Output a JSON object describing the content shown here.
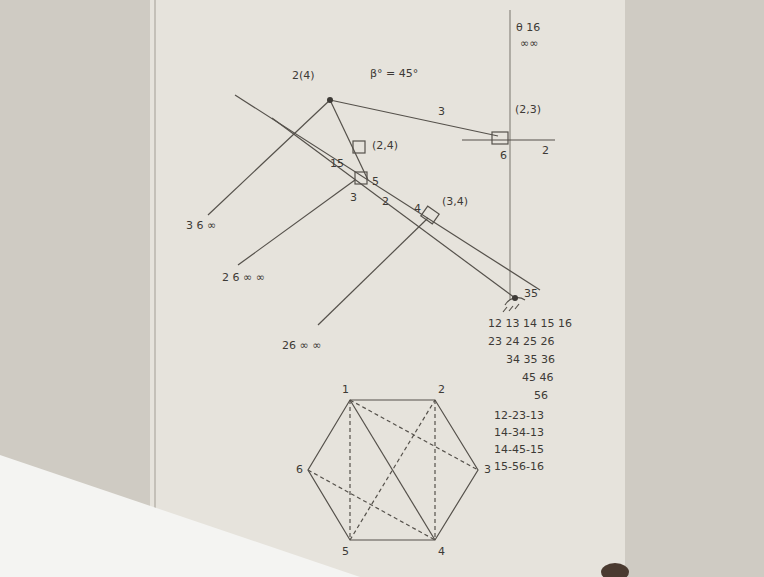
{
  "diagram": {
    "labels": [
      "2(4)",
      "β° = 45°",
      "3",
      "(2,3)",
      "6",
      "2",
      "θ 16",
      "∞∞",
      "(2,4)",
      "15",
      "5",
      "3",
      "2",
      "(3,4)",
      "4",
      "3 6 ∞",
      "2 6 ∞ ∞",
      "26 ∞ ∞",
      "35",
      "12 13 14 15 16",
      "23 24 25 26",
      "34 35 36",
      "45 46",
      "56",
      "12-23-13",
      "14-34-13",
      "14-45-15",
      "15-56-16",
      "1",
      "2",
      "3",
      "4",
      "5",
      "6"
    ]
  }
}
